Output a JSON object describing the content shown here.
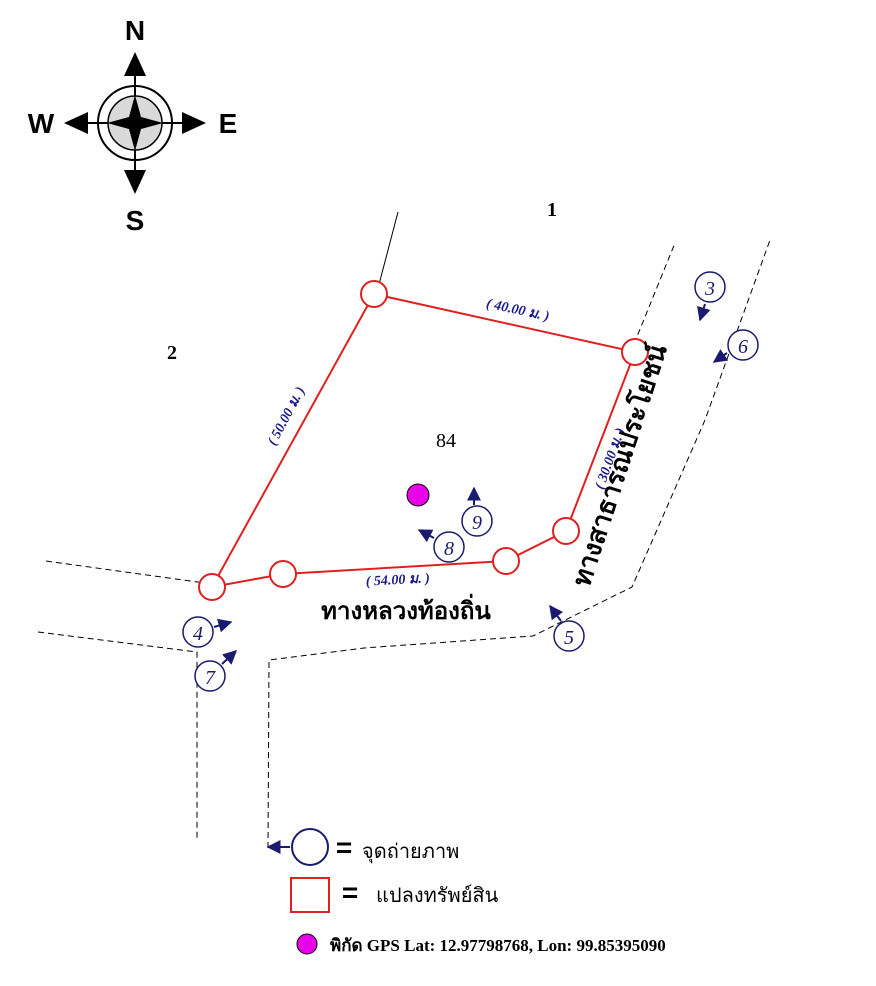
{
  "compass": {
    "north": "N",
    "south": "S",
    "east": "E",
    "west": "W"
  },
  "parcels": {
    "main_number": "84",
    "neighbor_1": "1",
    "neighbor_2": "2"
  },
  "dimensions": {
    "top": "( 40.00 ม. )",
    "left": "( 50.00 ม. )",
    "right": "( 30.00 ม. )",
    "bottom": "( 54.00 ม. )"
  },
  "roads": {
    "local_road": "ทางหลวงท้องถิ่น",
    "public_way": "ทางสาธารณประโยชน์"
  },
  "photo_points": [
    "3",
    "6",
    "9",
    "8",
    "4",
    "7",
    "5"
  ],
  "legend": {
    "photo_point_label": "จุดถ่ายภาพ",
    "parcel_label": "แปลงทรัพย์สิน",
    "equals": "=",
    "gps_label": "พิกัด GPS Lat: 12.97798768, Lon: 99.85395090"
  },
  "colors": {
    "parcel_line": "#e02020",
    "dimension_text": "#1a1a8c",
    "photo_marker": "#1a1a6e",
    "gps_dot": "#e800e8",
    "compass_fill": "#d9d9d9"
  }
}
